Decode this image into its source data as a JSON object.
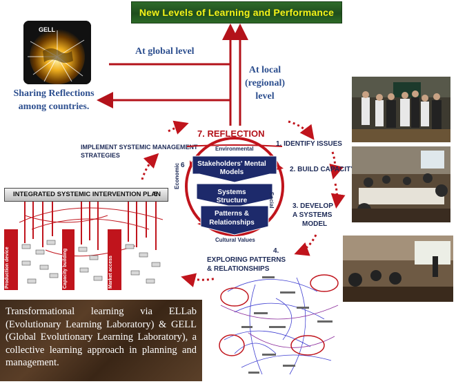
{
  "title": "New Levels of Learning and Performance",
  "gell_logo": "GELL",
  "global_level": "At global level",
  "local_level": [
    "At local",
    "(regional)",
    "level"
  ],
  "sharing": [
    "Sharing Reflections",
    "among countries."
  ],
  "implement": [
    "IMPLEMENT SYSTEMIC MANAGEMENT",
    "STRATEGIES"
  ],
  "cycle": {
    "reflection_num": "7.",
    "reflection": "REFLECTION",
    "environmental": "Environmental",
    "social": "Social",
    "economic": "Economic",
    "cultural": "Cultural Values",
    "six": "6",
    "five": "5",
    "center_boxes": [
      "Stakeholders' Mental Models",
      "Systems Structure",
      "Patterns & Relationships"
    ]
  },
  "steps": {
    "s1": "1.  IDENTIFY ISSUES",
    "s2": "2. BUILD CAPACITY",
    "s3": [
      "3. DEVELOP",
      "A  SYSTEMS",
      "MODEL"
    ],
    "s4": [
      "4.",
      "EXPLORING PATTERNS",
      "& RELATIONSHIPS"
    ]
  },
  "plan": {
    "title": "INTEGRATED SYSTEMIC  INTERVENTION  PLAN",
    "bars": [
      "Production device",
      "Capacity building",
      "Market access"
    ]
  },
  "description": "Transformational learning via ELLab (Evolutionary Learning Laboratory) & GELL (Global Evolutionary Learning Laboratory), a collective learning approach in planning and management.",
  "colors": {
    "arrow_red": "#b3121a",
    "navy": "#1d2a57",
    "banner_green": "#2f6b2a",
    "banner_text": "#f4f218"
  }
}
